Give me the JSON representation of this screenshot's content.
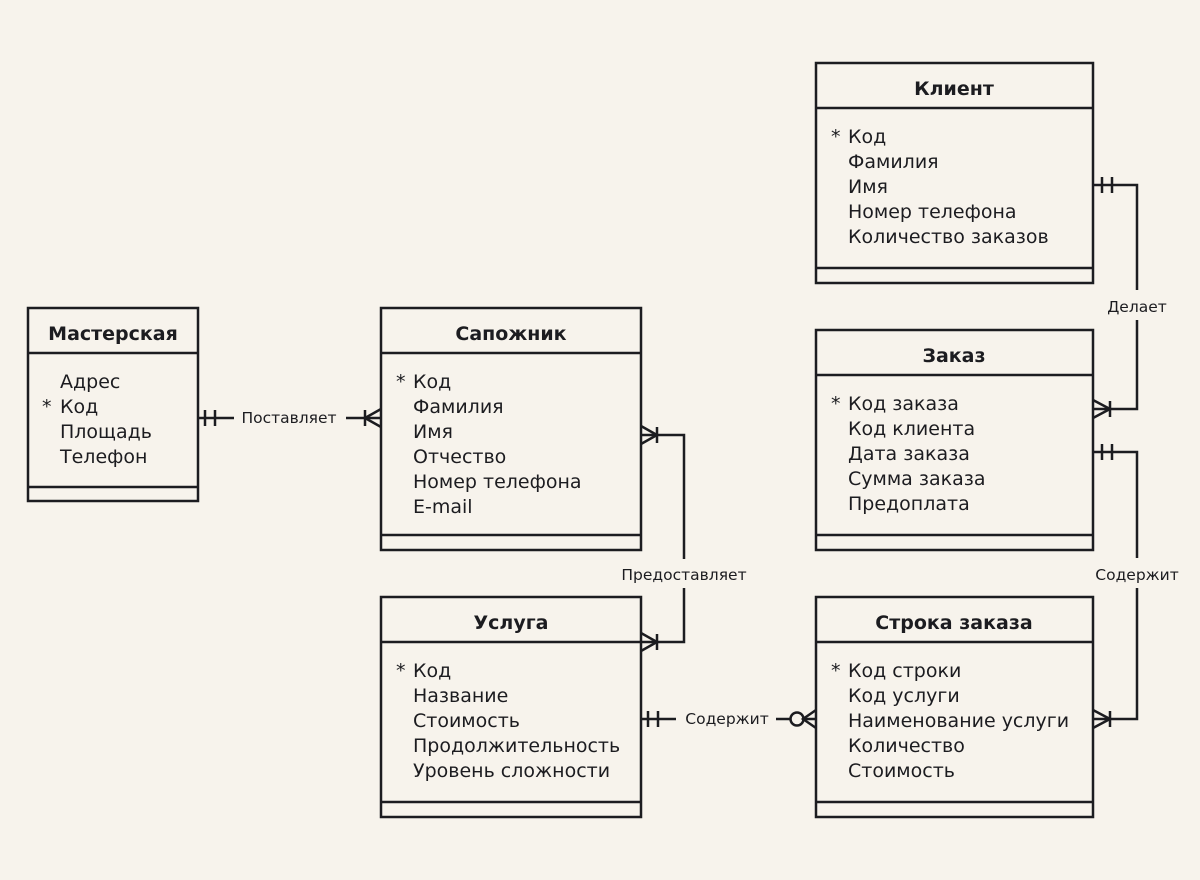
{
  "diagram": {
    "type": "ER diagram",
    "background": "#f7f3ec",
    "line_color": "#1c1c20",
    "entities": [
      {
        "id": "masterskaya",
        "title": "Мастерская",
        "attributes": [
          {
            "key": false,
            "name": "Адрес"
          },
          {
            "key": true,
            "name": "Код"
          },
          {
            "key": false,
            "name": "Площадь"
          },
          {
            "key": false,
            "name": "Телефон"
          }
        ]
      },
      {
        "id": "sapozhnik",
        "title": "Сапожник",
        "attributes": [
          {
            "key": true,
            "name": "Код"
          },
          {
            "key": false,
            "name": "Фамилия"
          },
          {
            "key": false,
            "name": "Имя"
          },
          {
            "key": false,
            "name": "Отчество"
          },
          {
            "key": false,
            "name": "Номер телефона"
          },
          {
            "key": false,
            "name": "E-mail"
          }
        ]
      },
      {
        "id": "usluga",
        "title": "Услуга",
        "attributes": [
          {
            "key": true,
            "name": "Код"
          },
          {
            "key": false,
            "name": "Название"
          },
          {
            "key": false,
            "name": "Стоимость"
          },
          {
            "key": false,
            "name": "Продолжительность"
          },
          {
            "key": false,
            "name": "Уровень сложности"
          }
        ]
      },
      {
        "id": "klient",
        "title": "Клиент",
        "attributes": [
          {
            "key": true,
            "name": "Код"
          },
          {
            "key": false,
            "name": "Фамилия"
          },
          {
            "key": false,
            "name": "Имя"
          },
          {
            "key": false,
            "name": "Номер телефона"
          },
          {
            "key": false,
            "name": "Количество заказов"
          }
        ]
      },
      {
        "id": "zakaz",
        "title": "Заказ",
        "attributes": [
          {
            "key": true,
            "name": "Код заказа"
          },
          {
            "key": false,
            "name": "Код клиента"
          },
          {
            "key": false,
            "name": "Дата заказа"
          },
          {
            "key": false,
            "name": "Сумма заказа"
          },
          {
            "key": false,
            "name": "Предоплата"
          }
        ]
      },
      {
        "id": "stroka",
        "title": "Строка заказа",
        "attributes": [
          {
            "key": true,
            "name": "Код строки"
          },
          {
            "key": false,
            "name": "Код услуги"
          },
          {
            "key": false,
            "name": "Наименование услуги"
          },
          {
            "key": false,
            "name": "Количество"
          },
          {
            "key": false,
            "name": "Стоимость"
          }
        ]
      }
    ],
    "key_marker": "*",
    "relationships": [
      {
        "label": "Поставляет",
        "from": "Мастерская",
        "from_cardinality": "one-and-only-one",
        "to": "Сапожник",
        "to_cardinality": "one-or-many"
      },
      {
        "label": "Предоставляет",
        "from": "Сапожник",
        "from_cardinality": "one-or-many",
        "to": "Услуга",
        "to_cardinality": "one-or-many"
      },
      {
        "label": "Содержит",
        "from": "Услуга",
        "from_cardinality": "one-and-only-one",
        "to": "Строка заказа",
        "to_cardinality": "zero-or-many"
      },
      {
        "label": "Делает",
        "from": "Клиент",
        "from_cardinality": "one-and-only-one",
        "to": "Заказ",
        "to_cardinality": "one-or-many"
      },
      {
        "label": "Содержит",
        "from": "Заказ",
        "from_cardinality": "one-and-only-one",
        "to": "Строка заказа",
        "to_cardinality": "one-or-many"
      }
    ]
  }
}
